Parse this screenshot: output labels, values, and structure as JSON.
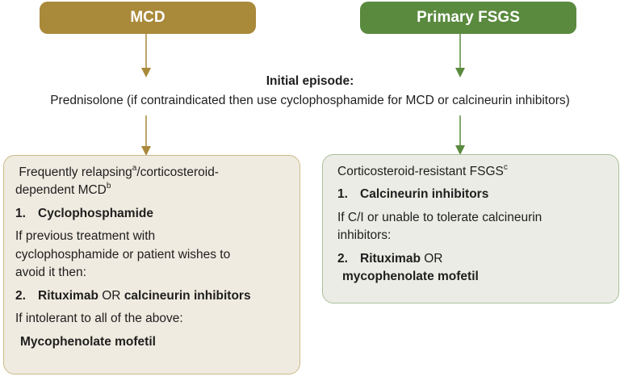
{
  "colors": {
    "mcd": "#a9893a",
    "fsgs": "#5a8a3e",
    "mcd_card_bg": "#f0ebe0",
    "fsgs_card_bg": "#ecece6"
  },
  "headers": {
    "mcd": "MCD",
    "fsgs": "Primary FSGS"
  },
  "initial_episode": {
    "title": "Initial episode:",
    "text": "Prednisolone (if contraindicated then use cyclophosphamide for MCD or calcineurin inhibitors)"
  },
  "mcd_card": {
    "title_part1": "Frequently relapsing",
    "sup_a": "a",
    "title_part2": "/corticosteroid-",
    "title_part3": "dependent MCD",
    "sup_b": "b",
    "step1_num": "1.",
    "step1": "Cyclophosphamide",
    "cond1_line1": "If previous treatment with",
    "cond1_line2": "cyclophosphamide or patient wishes to",
    "cond1_line3": "avoid it then:",
    "step2_num": "2.",
    "step2_a": "Rituximab",
    "step2_or": " OR ",
    "step2_b": "calcineurin inhibitors",
    "cond2": "If intolerant to all of the above:",
    "step3": "Mycophenolate mofetil"
  },
  "fsgs_card": {
    "title": "Corticosteroid-resistant FSGS",
    "sup_c": "c",
    "step1_num": "1.",
    "step1": "Calcineurin inhibitors",
    "cond1_line1": "If C/I or unable to tolerate calcineurin",
    "cond1_line2": "inhibitors:",
    "step2_num": "2.",
    "step2_a": "Rituximab",
    "step2_or": " OR",
    "step2_b": "mycophenolate mofetil"
  }
}
